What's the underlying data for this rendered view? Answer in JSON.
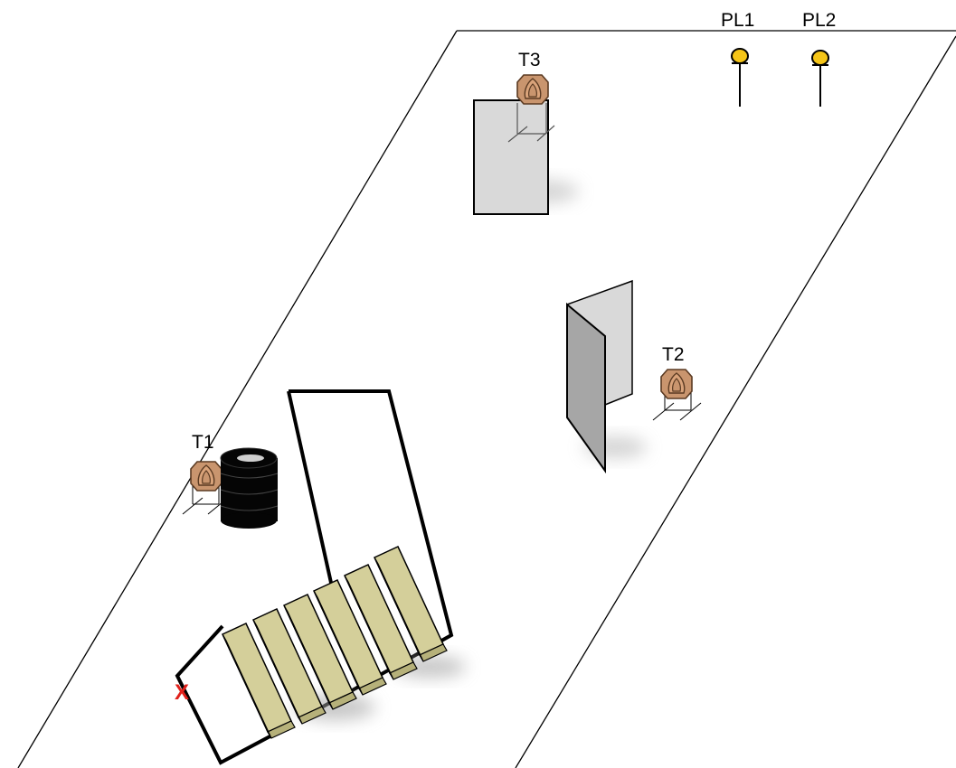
{
  "labels": {
    "pl1": "PL1",
    "pl2": "PL2",
    "t1": "T1",
    "t2": "T2",
    "t3": "T3",
    "start_mark": "X"
  },
  "colors": {
    "target_fill": "#c9956e",
    "target_stroke": "#7a4a2a",
    "popper_head": "#f5c518",
    "barrel": "#050505",
    "wall_light": "#d9d9d9",
    "wall_dark": "#a6a6a6",
    "pallet": "#d4cf9a",
    "start_mark": "#e0201a"
  },
  "icons": {
    "target": "paper-target-icon",
    "popper": "steel-popper-icon",
    "barrel": "barrel-stack-icon",
    "wall": "wall-icon",
    "fault_line": "shooting-box-icon",
    "pallet": "pallet-icon"
  }
}
